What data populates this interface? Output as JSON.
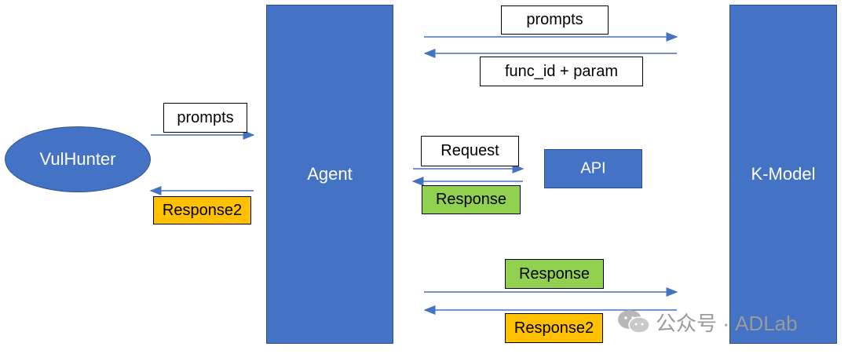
{
  "nodes": {
    "vulhunter": "VulHunter",
    "agent": "Agent",
    "kmodel": "K-Model",
    "api": "API"
  },
  "labels": {
    "prompts_top": "prompts",
    "func_id_param": "func_id + param",
    "prompts_left": "prompts",
    "response2_left": "Response2",
    "request": "Request",
    "response_api": "Response",
    "response_bottom": "Response",
    "response2_bottom": "Response2"
  },
  "watermark": {
    "text": "公众号 · ADLab",
    "icon": "wechat-icon"
  },
  "colors": {
    "node_blue": "#4472C4",
    "arrow_blue": "#4472C4",
    "green": "#92D050",
    "orange": "#FFC000"
  }
}
